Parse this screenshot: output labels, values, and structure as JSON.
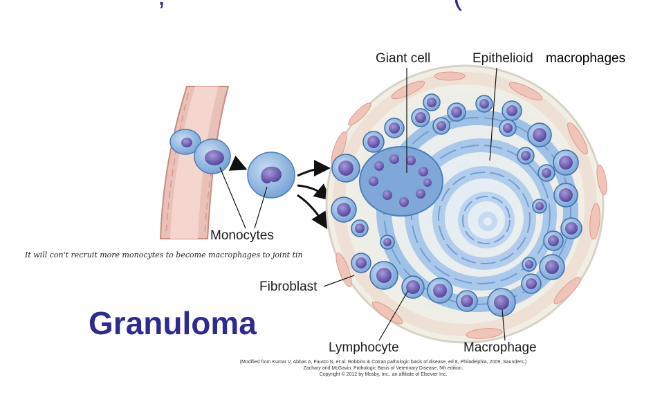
{
  "labels": {
    "giant_cell": "Giant cell",
    "epithelioid": "Epithelioid",
    "macrophages": "macrophages",
    "monocytes": "Monocytes",
    "fibroblast": "Fibroblast",
    "lymphocyte": "Lymphocyte",
    "macrophage": "Macrophage"
  },
  "title": "Granuloma",
  "note": "It will con't recruit more monocytes to become macrophages to joint tin",
  "credit": {
    "line1": "(Modified from Kumar V, Abbas A, Fausto N, et al: Robbins & Cotran pathologic basis of disease, ed 8, Philadelphia, 2009, Saunders.)",
    "line2": "Zachary and McGavin: Pathologic Basis of Veterinary Disease, 5th edition.",
    "line3": "Copyright © 2012 by Mosby, Inc., an affiliate of Elsevier Inc."
  },
  "top_fragments": {
    "left": ",",
    "right": "("
  },
  "colors": {
    "title": "#2e2b8f",
    "cell_fill": "#9fc1e6",
    "cell_stroke": "#4a7fb8",
    "nucleus": "#6a5fb0",
    "fibroblast": "#f0c4b8",
    "vessel": "#e8b4ad"
  }
}
